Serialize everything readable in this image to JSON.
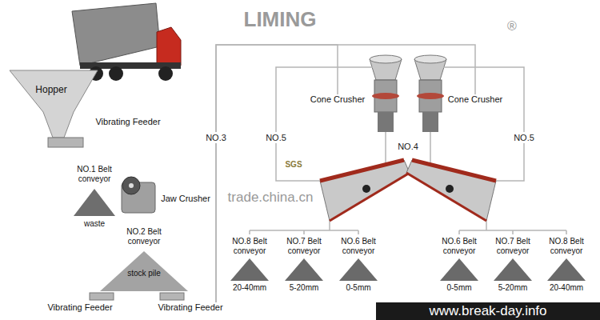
{
  "diagram": {
    "nodes": [
      {
        "text": [
          "Hopper"
        ]
      },
      {
        "text": [
          "Vibrating Feeder"
        ]
      },
      {
        "text": [
          "NO.1 Belt conveyor",
          "waste"
        ]
      },
      {
        "text": [
          "Jaw Crusher"
        ]
      },
      {
        "text": [
          "NO.2 Belt conveyor",
          "stock pile"
        ]
      },
      {
        "text": [
          "Vibrating Feeder"
        ]
      },
      {
        "text": [
          "Vibrating Feeder"
        ]
      },
      {
        "text": [
          "Cone Crusher"
        ]
      },
      {
        "text": [
          "Cone Crusher"
        ]
      },
      {
        "text": [
          "NO.8 Belt conveyor",
          "20-40mm"
        ]
      },
      {
        "text": [
          "NO.7 Belt conveyor",
          "5-20mm"
        ]
      },
      {
        "text": [
          "NO.6 Belt conveyor",
          "0-5mm"
        ]
      },
      {
        "text": [
          "NO.6 Belt conveyor",
          "0-5mm"
        ]
      },
      {
        "text": [
          "NO.7 Belt conveyor",
          "5-20mm"
        ]
      },
      {
        "text": [
          "NO.8 Belt conveyor",
          "20-40mm"
        ]
      }
    ],
    "edges": [
      {
        "from": 6,
        "to": 7,
        "arrow": "none",
        "label": "NO.3"
      },
      {
        "from": 6,
        "to": 8,
        "arrow": "none"
      }
    ],
    "labels": [
      "NO.5",
      "NO.4",
      "NO.5",
      "trade.china.cn",
      "SGS",
      "LIMING",
      "®",
      "www.break-day.info"
    ]
  }
}
